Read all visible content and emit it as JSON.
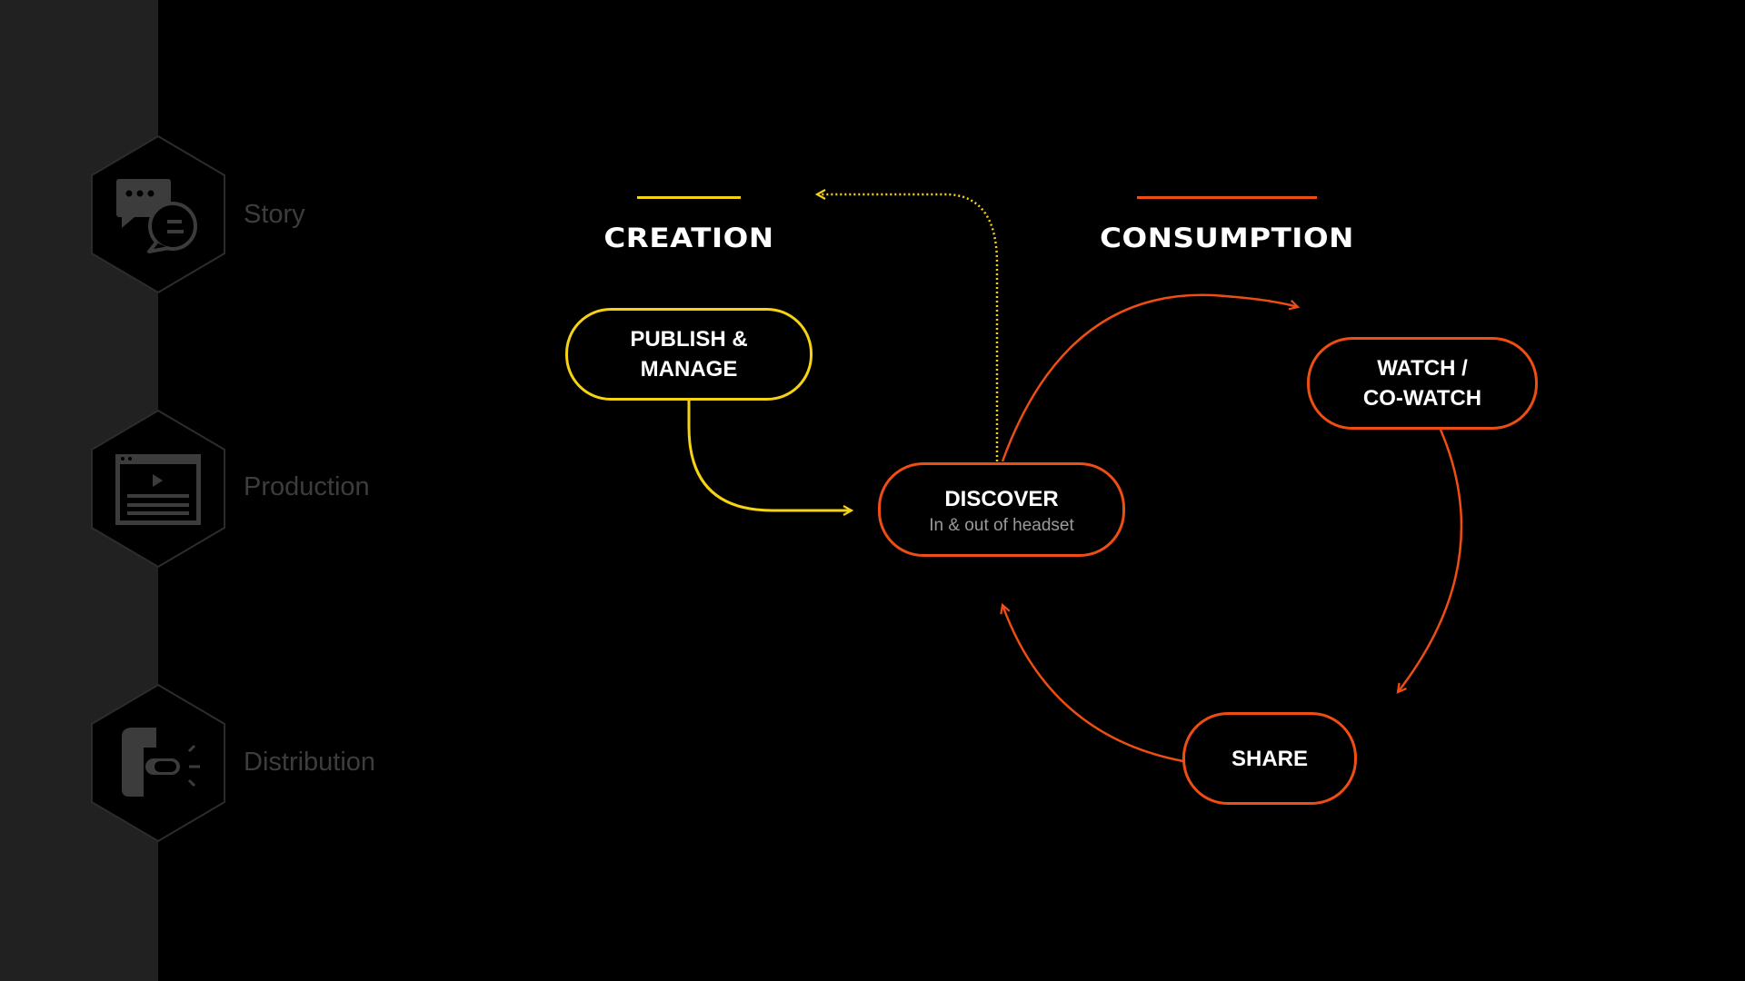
{
  "sidebar": {
    "items": [
      {
        "label": "Story",
        "icon": "chat-bubbles-icon"
      },
      {
        "label": "Production",
        "icon": "video-player-icon"
      },
      {
        "label": "Distribution",
        "icon": "megaphone-hand-icon"
      }
    ]
  },
  "sections": {
    "creation": {
      "title": "CREATION",
      "color": "#f5d312"
    },
    "consumption": {
      "title": "CONSUMPTION",
      "color": "#ee4d14"
    }
  },
  "nodes": {
    "publish": {
      "label": "PUBLISH &\nMANAGE"
    },
    "discover": {
      "label": "DISCOVER",
      "sub": "In & out of headset"
    },
    "watch": {
      "label": "WATCH /\nCO-WATCH"
    },
    "share": {
      "label": "SHARE"
    }
  },
  "colors": {
    "yellow": "#f5d312",
    "orange": "#ee4d14",
    "sidebar_bg": "#212121",
    "muted": "#3d3d3d"
  }
}
